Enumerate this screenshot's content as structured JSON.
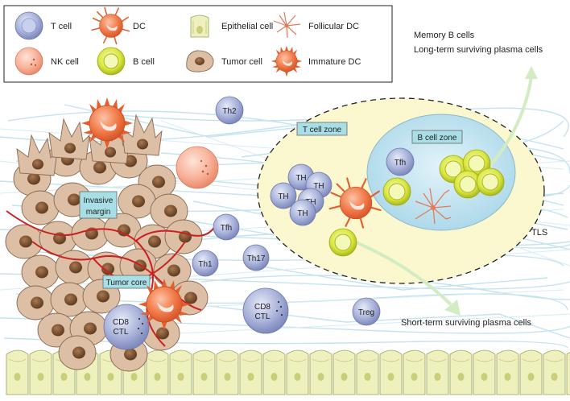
{
  "legend": {
    "items": [
      {
        "icon": "t-cell-icon",
        "label": "T cell"
      },
      {
        "icon": "dc-icon",
        "label": "DC"
      },
      {
        "icon": "epithelial-cell-icon",
        "label": "Epithelial cell"
      },
      {
        "icon": "follicular-dc-icon",
        "label": "Follicular DC"
      },
      {
        "icon": "nk-cell-icon",
        "label": "NK cell"
      },
      {
        "icon": "b-cell-icon",
        "label": "B cell"
      },
      {
        "icon": "tumor-cell-icon",
        "label": "Tumor cell"
      },
      {
        "icon": "immature-dc-icon",
        "label": "Immature DC"
      }
    ]
  },
  "outputs": {
    "memory_b": "Memory B cells",
    "long_term": "Long-term surviving plasma cells",
    "short_term": "Short-term surviving plasma cells"
  },
  "zones": {
    "t_cell_zone": "T cell zone",
    "b_cell_zone": "B cell zone",
    "tls": "TLS",
    "invasive_margin_1": "Invasive",
    "invasive_margin_2": "margin",
    "tumor_core": "Tumor core"
  },
  "cells": {
    "th2": "Th2",
    "tfh_stroma": "Tfh",
    "th1": "Th1",
    "th17": "Th17",
    "treg": "Treg",
    "cd8_top": "CD8",
    "ctl": "CTL",
    "th": "TH",
    "tfh_bzone": "Tfh"
  },
  "colors": {
    "t_cell": "#a7b0d8",
    "dc": "#f07a4a",
    "nk_cell": "#f9b7a3",
    "b_cell": "#d5e63a",
    "tumor_cell": "#d9b79d",
    "epithelial": "#eef0bd",
    "tls_fill": "#fbf8cf",
    "b_zone_fill": "#c9e8f2",
    "fiber": "#bfe0ee",
    "vessel": "#cc1f1f",
    "arrow": "#c9e6b9"
  }
}
